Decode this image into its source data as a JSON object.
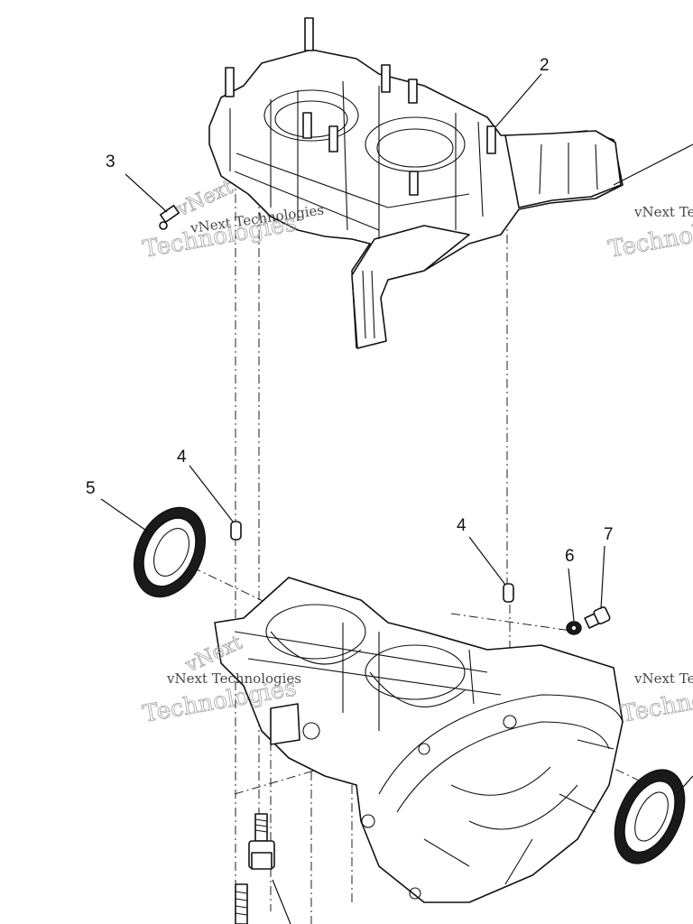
{
  "diagram": {
    "callouts": [
      "2",
      "3",
      "4",
      "4",
      "5",
      "6",
      "7"
    ],
    "watermark": {
      "line1": "vNext Technologies",
      "line2": "Technologies",
      "big": "vNext"
    }
  }
}
